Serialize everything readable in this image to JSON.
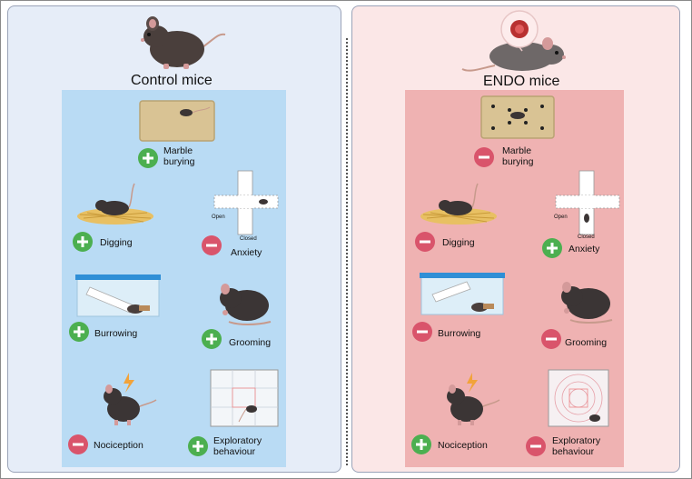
{
  "control": {
    "title": "Control mice",
    "items": [
      {
        "key": "marble",
        "label_line1": "Marble",
        "label_line2": "burying",
        "effect": "plus",
        "icon": "marble-tray-icon"
      },
      {
        "key": "digging",
        "label_line1": "Digging",
        "label_line2": "",
        "effect": "plus",
        "icon": "nest-mouse-icon"
      },
      {
        "key": "anxiety",
        "label_line1": "Anxiety",
        "label_line2": "",
        "effect": "minus",
        "icon": "plus-maze-icon"
      },
      {
        "key": "burrowing",
        "label_line1": "Burrowing",
        "label_line2": "",
        "effect": "plus",
        "icon": "burrow-tube-icon"
      },
      {
        "key": "grooming",
        "label_line1": "Grooming",
        "label_line2": "",
        "effect": "plus",
        "icon": "grooming-mouse-icon"
      },
      {
        "key": "nociception",
        "label_line1": "Nociception",
        "label_line2": "",
        "effect": "minus",
        "icon": "pain-mouse-icon"
      },
      {
        "key": "exploratory",
        "label_line1": "Exploratory",
        "label_line2": "behaviour",
        "effect": "plus",
        "icon": "open-field-icon"
      }
    ]
  },
  "endo": {
    "title": "ENDO mice",
    "items": [
      {
        "key": "marble",
        "label_line1": "Marble",
        "label_line2": "burying",
        "effect": "minus",
        "icon": "marble-tray-icon"
      },
      {
        "key": "digging",
        "label_line1": "Digging",
        "label_line2": "",
        "effect": "minus",
        "icon": "nest-mouse-icon"
      },
      {
        "key": "anxiety",
        "label_line1": "Anxiety",
        "label_line2": "",
        "effect": "plus",
        "icon": "plus-maze-icon"
      },
      {
        "key": "burrowing",
        "label_line1": "Burrowing",
        "label_line2": "",
        "effect": "minus",
        "icon": "burrow-tube-icon"
      },
      {
        "key": "grooming",
        "label_line1": "Grooming",
        "label_line2": "",
        "effect": "minus",
        "icon": "grooming-mouse-icon"
      },
      {
        "key": "nociception",
        "label_line1": "Nociception",
        "label_line2": "",
        "effect": "plus",
        "icon": "pain-mouse-icon"
      },
      {
        "key": "exploratory",
        "label_line1": "Exploratory",
        "label_line2": "behaviour",
        "effect": "minus",
        "icon": "open-field-icon"
      }
    ]
  },
  "maze": {
    "open_label": "Open",
    "closed_label": "Closed"
  },
  "colors": {
    "plus": "#4caf50",
    "minus": "#d9546b",
    "control_panel": "#b9dbf4",
    "endo_panel": "#efb2b2",
    "mouse": "#3b3535"
  }
}
